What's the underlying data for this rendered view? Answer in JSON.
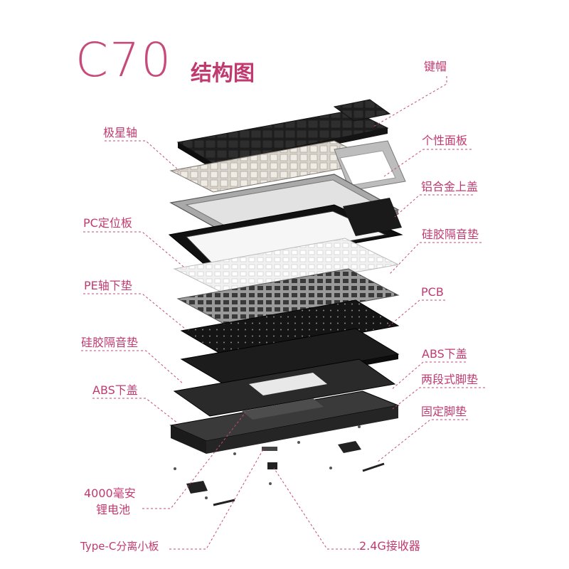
{
  "title": {
    "model": "C70",
    "subtitle": "结构图"
  },
  "labels": {
    "keycaps": "键帽",
    "switches": "极星轴",
    "panel": "个性面板",
    "top_case": "铝合金上盖",
    "plate": "PC定位板",
    "silicone_top": "硅胶隔音垫",
    "pe_pad": "PE轴下垫",
    "pcb": "PCB",
    "silicone_bottom": "硅胶隔音垫",
    "abs_bottom_right": "ABS下盖",
    "abs_bottom_left": "ABS下盖",
    "feet_two_stage": "两段式脚垫",
    "feet_fixed": "固定脚垫",
    "battery_line1": "4000毫安",
    "battery_line2": "锂电池",
    "typec_board": "Type-C分离小板",
    "receiver": "2.4G接收器"
  },
  "colors": {
    "accent": "#c03a70",
    "leader": "#c64a7a"
  }
}
